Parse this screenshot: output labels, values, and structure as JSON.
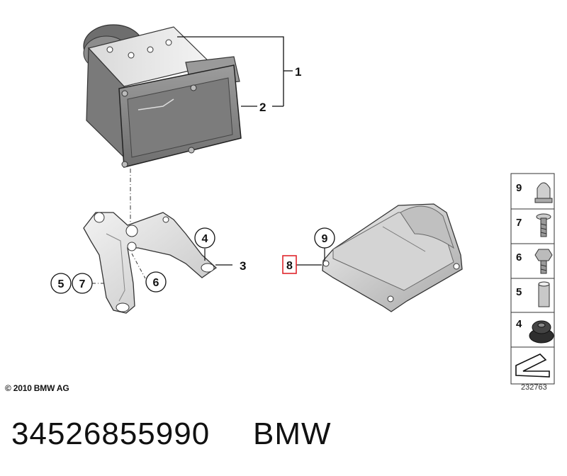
{
  "callouts": {
    "c1": "1",
    "c2": "2",
    "c3": "3",
    "c4": "4",
    "c5": "5",
    "c6": "6",
    "c7": "7",
    "c8": "8",
    "c9": "9"
  },
  "legend": {
    "items": [
      {
        "number": "9",
        "icon": "cap-nut-icon"
      },
      {
        "number": "7",
        "icon": "screw-icon"
      },
      {
        "number": "6",
        "icon": "hex-bolt-icon"
      },
      {
        "number": "5",
        "icon": "sleeve-icon"
      },
      {
        "number": "4",
        "icon": "rubber-mount-icon"
      }
    ],
    "nav_icon": "arrow-icon"
  },
  "copyright": "© 2010 BMW AG",
  "diagram_id": "232763",
  "footer": {
    "part_number": "34526855990",
    "brand": "BMW"
  },
  "colors": {
    "highlight": "#e0262c",
    "line": "#111111",
    "part_fill": "#c8c8c8"
  }
}
